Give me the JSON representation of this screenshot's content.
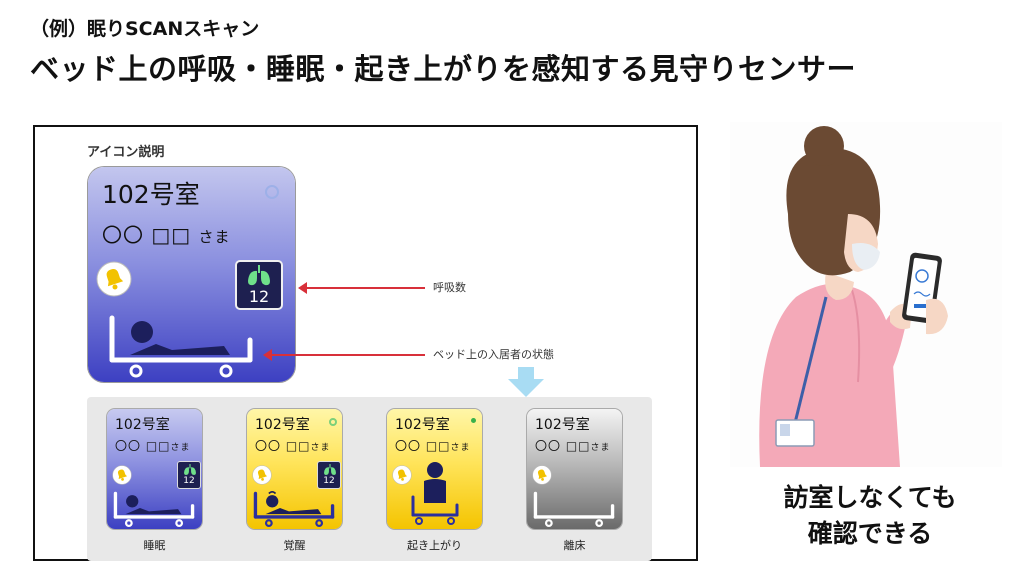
{
  "header": {
    "subtitle": "（例）眠りSCANスキャン",
    "title": "ベッド上の呼吸・睡眠・起き上がりを感知する見守りセンサー"
  },
  "legend": {
    "title": "アイコン説明",
    "card": {
      "room": "102号室",
      "name": "〇〇 □□",
      "honorific": "さま",
      "breath_count": "12"
    },
    "annotations": {
      "breath": "呼吸数",
      "state": "ベッド上の入居者の状態"
    }
  },
  "states": [
    {
      "room": "102号室",
      "name": "〇〇 □□",
      "honorific": "さま",
      "breath_count": "12",
      "label": "睡眠"
    },
    {
      "room": "102号室",
      "name": "〇〇 □□",
      "honorific": "さま",
      "breath_count": "12",
      "label": "覚醒"
    },
    {
      "room": "102号室",
      "name": "〇〇 □□",
      "honorific": "さま",
      "label": "起き上がり"
    },
    {
      "room": "102号室",
      "name": "〇〇 □□",
      "honorific": "さま",
      "label": "離床"
    }
  ],
  "caption": {
    "line1": "訪室しなくても",
    "line2": "確認できる"
  },
  "colors": {
    "sleep": "#4a4ec8",
    "awake": "#f7d320",
    "away": "#8a8a8a",
    "accent_arrow": "#d8303a",
    "lung_green": "#6fe08a"
  },
  "icons": [
    "bell-icon",
    "lungs-icon",
    "bed-person-icon",
    "down-arrow-icon"
  ]
}
